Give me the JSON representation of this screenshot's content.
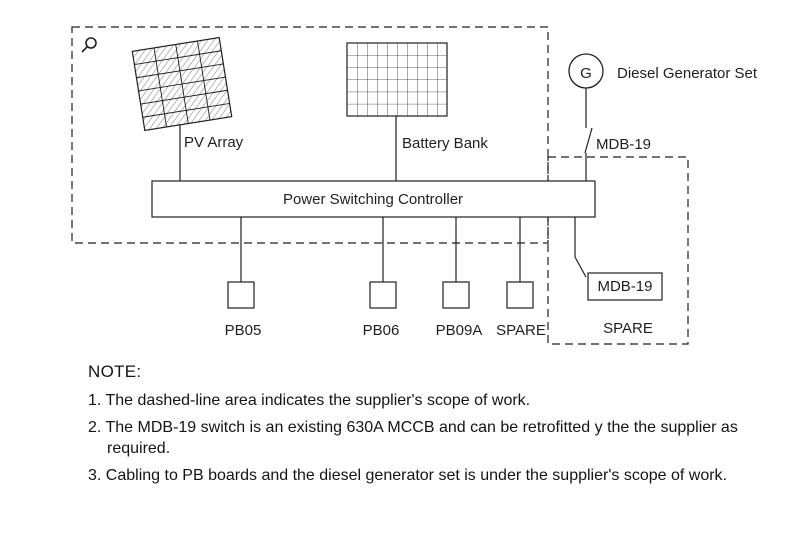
{
  "diagram": {
    "pv_array_label": "PV Array",
    "battery_bank_label": "Battery Bank",
    "generator_symbol": "G",
    "generator_label": "Diesel Generator Set",
    "mdb19_switch_label": "MDB-19",
    "controller_label": "Power Switching Controller",
    "feeders": [
      {
        "label": "PB05"
      },
      {
        "label": "PB06"
      },
      {
        "label": "PB09A"
      },
      {
        "label": "SPARE"
      }
    ],
    "mdb19_box_label": "MDB-19",
    "spare_feeder_label": "SPARE"
  },
  "notes": {
    "heading": "NOTE:",
    "items": [
      "1. The dashed-line area indicates the supplier's scope of work.",
      "2. The MDB-19 switch is an existing 630A MCCB and can be retrofitted y the the supplier as required.",
      "3. Cabling to PB boards and the diesel generator set is under the supplier's scope of work."
    ]
  },
  "colors": {
    "line": "#1f1f1f",
    "background": "#ffffff"
  }
}
